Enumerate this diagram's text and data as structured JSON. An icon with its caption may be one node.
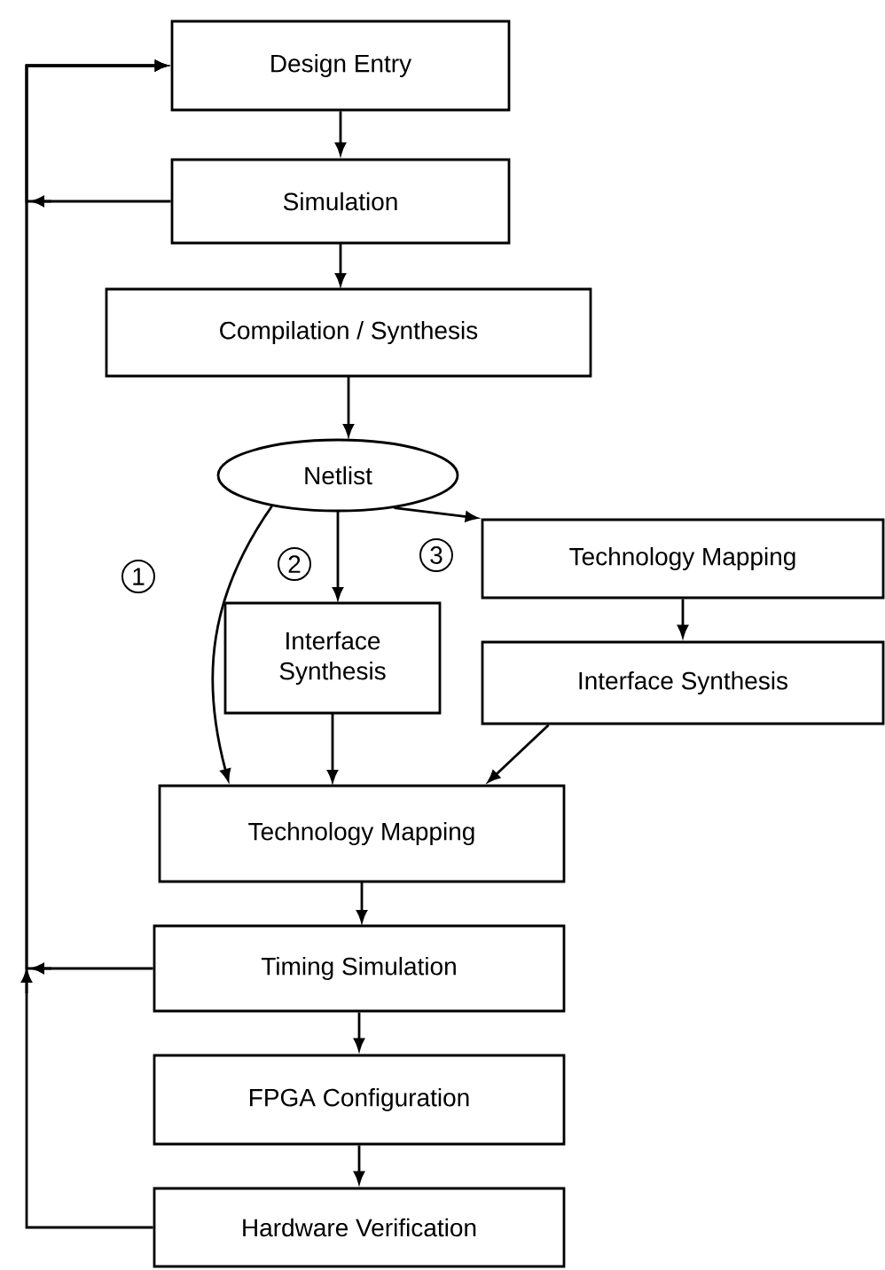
{
  "diagram": {
    "nodes": [
      {
        "text": [
          "Design Entry"
        ]
      },
      {
        "text": [
          "Simulation"
        ]
      },
      {
        "text": [
          "Compilation / Synthesis"
        ]
      },
      {
        "text": [
          "Netlist"
        ]
      },
      {
        "text": [
          "Interface Synthesis"
        ]
      },
      {
        "text": [
          "Technology Mapping"
        ]
      },
      {
        "text": [
          "Interface Synthesis"
        ]
      },
      {
        "text": [
          "Technology Mapping"
        ]
      },
      {
        "text": [
          "Timing Simulation"
        ]
      },
      {
        "text": [
          "FPGA Configuration"
        ]
      },
      {
        "text": [
          "Hardware Verification"
        ]
      }
    ],
    "edges": [
      {
        "from": 0,
        "to": 1,
        "arrow": "to"
      },
      {
        "from": 1,
        "to": 2,
        "arrow": "to"
      },
      {
        "from": 2,
        "to": 3,
        "arrow": "to"
      },
      {
        "from": 3,
        "to": 7,
        "arrow": "to",
        "label": "1"
      },
      {
        "from": 3,
        "to": 4,
        "arrow": "to",
        "label": "2"
      },
      {
        "from": 3,
        "to": 5,
        "arrow": "to",
        "label": "3"
      },
      {
        "from": 5,
        "to": 6,
        "arrow": "to"
      },
      {
        "from": 4,
        "to": 7,
        "arrow": "to"
      },
      {
        "from": 6,
        "to": 7,
        "arrow": "to"
      },
      {
        "from": 7,
        "to": 8,
        "arrow": "to"
      },
      {
        "from": 8,
        "to": 9,
        "arrow": "to"
      },
      {
        "from": 9,
        "to": 10,
        "arrow": "to"
      },
      {
        "from": 1,
        "to": 0,
        "arrow": "to"
      },
      {
        "from": 8,
        "to": 0,
        "arrow": "to"
      },
      {
        "from": 10,
        "to": 0,
        "arrow": "to"
      }
    ]
  }
}
